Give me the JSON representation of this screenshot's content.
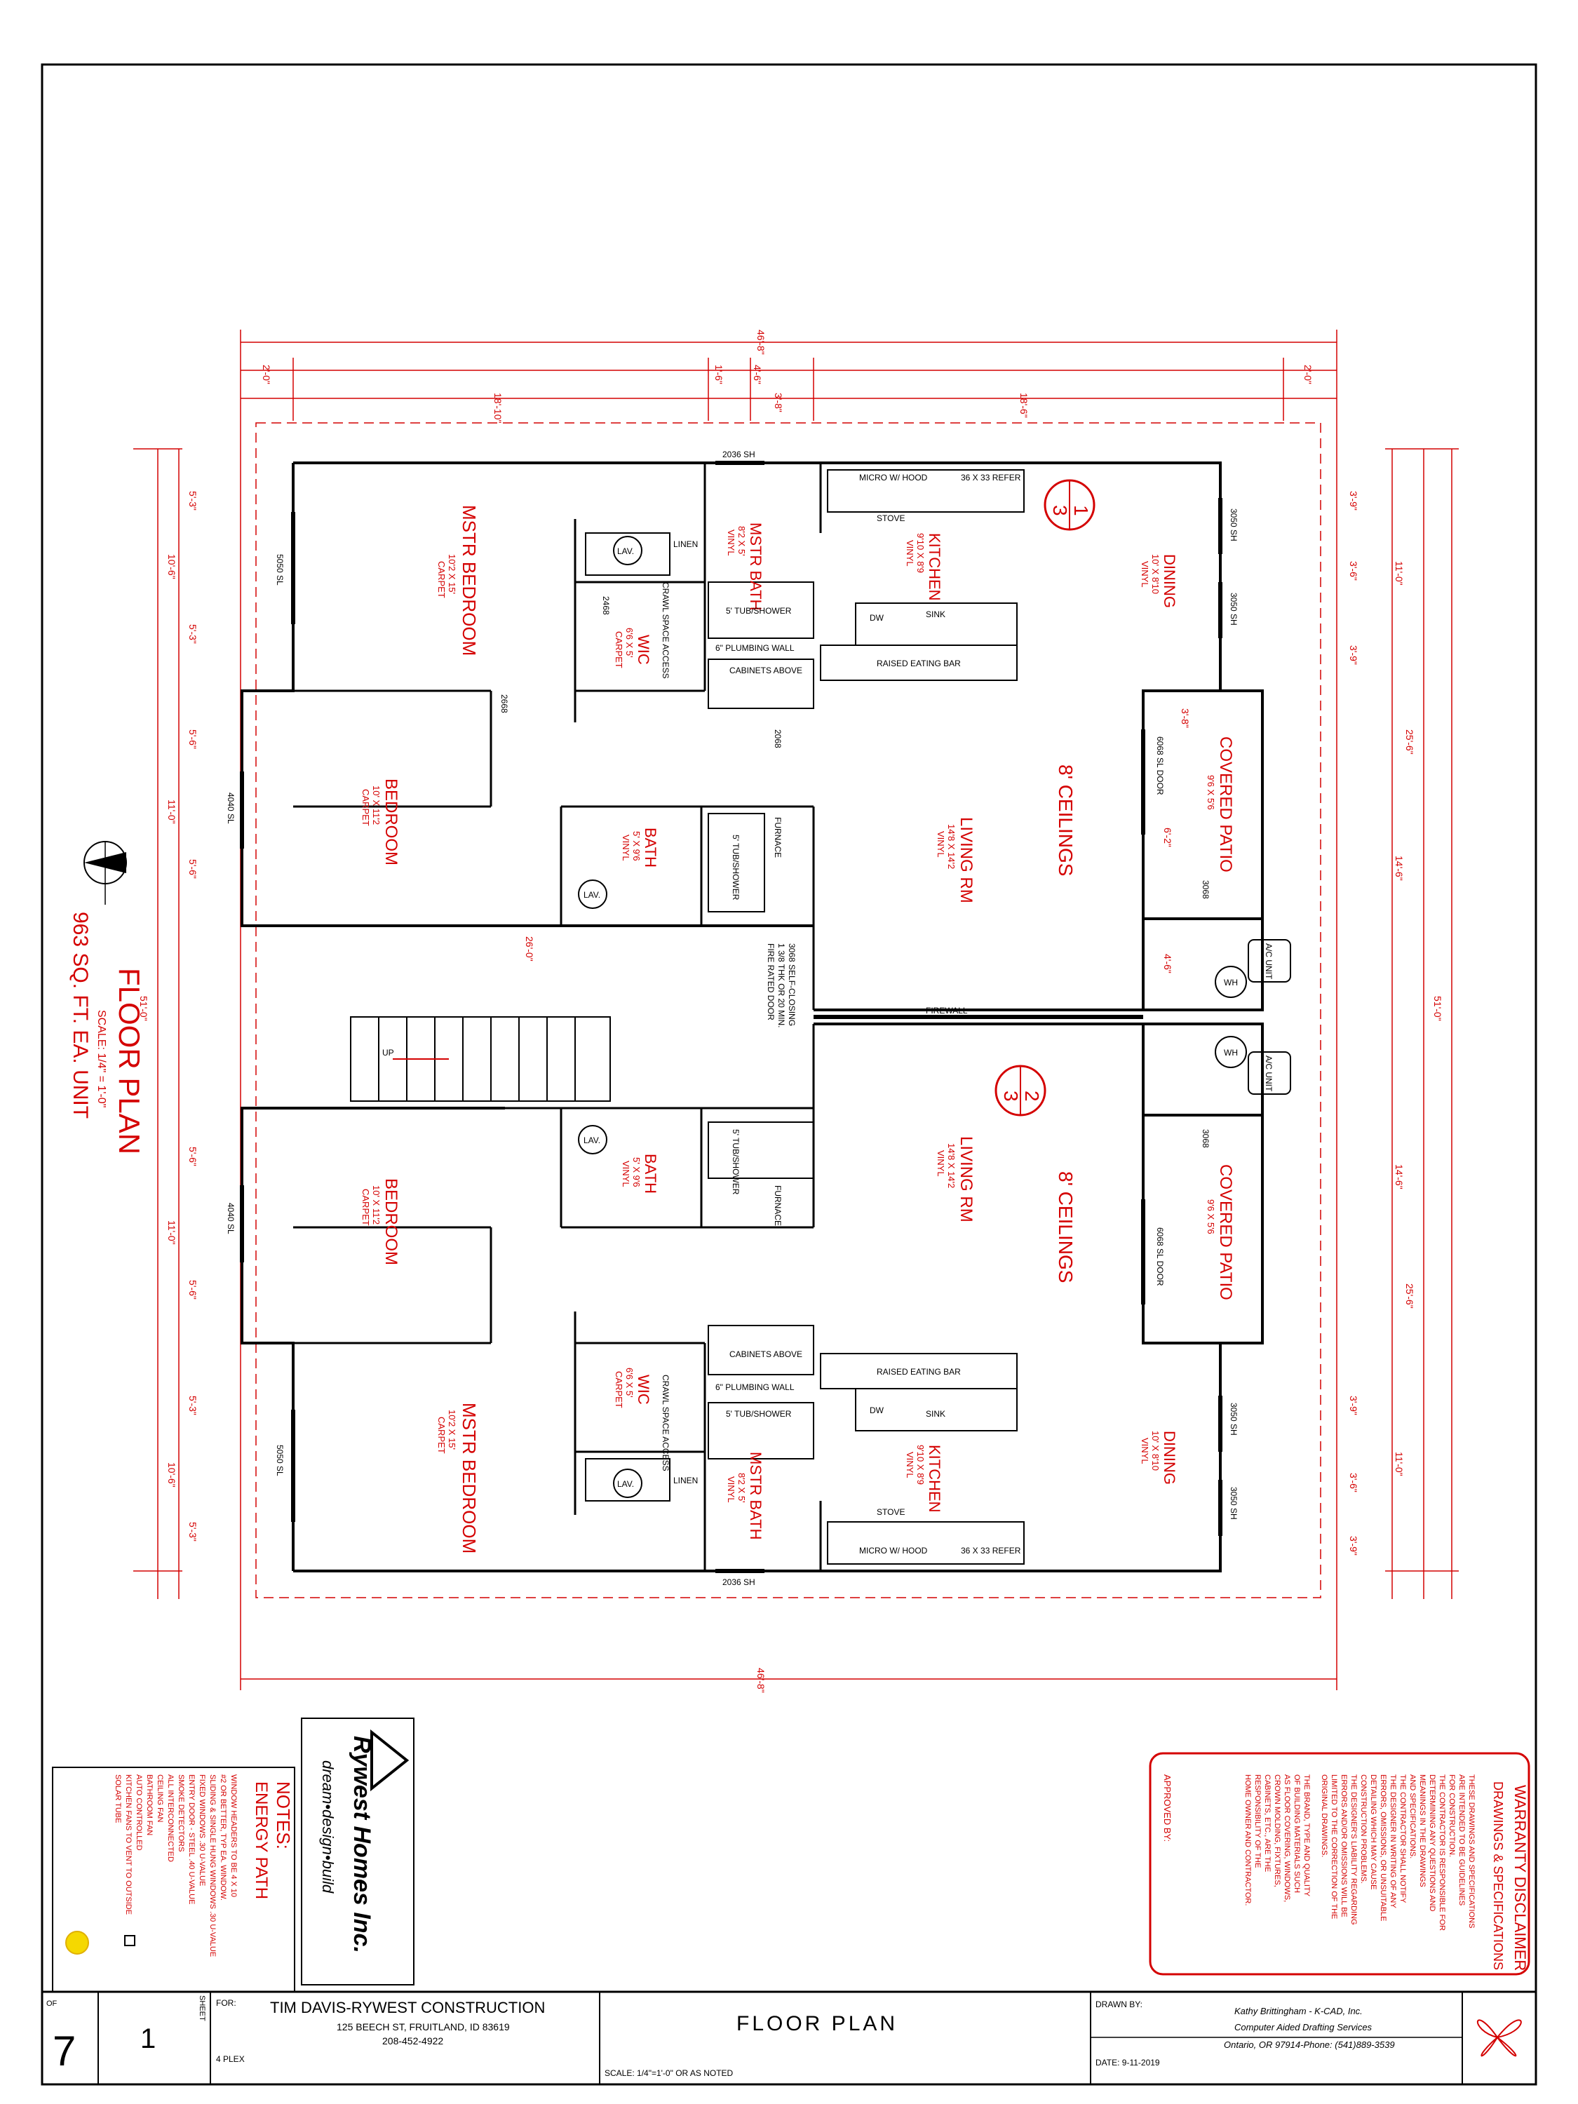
{
  "plan": {
    "title": "FLOOR PLAN",
    "scale": "SCALE:  1/4\" = 1'-0\"",
    "area": "963 SQ. FT. EA. UNIT",
    "section_marks": [
      {
        "number": "3",
        "sheet": "1"
      },
      {
        "number": "3",
        "sheet": "2"
      }
    ]
  },
  "dimensions": {
    "overall_width": "46'-8\"",
    "overall_width_bottom": "46'-8\"",
    "left_overhang": "2'-0\"",
    "right_overhang": "2'-0\"",
    "left_span": "18'-10\"",
    "right_span": "18'-6\"",
    "center_a": "1'-6\"",
    "center_b": "4'-6\"",
    "center_c": "3'-8\"",
    "overall_depth": "51'-0\"",
    "overall_depth_right": "51'-0\"",
    "left_segments": [
      "5'-3\"",
      "10'-6\"",
      "5'-3\"",
      "5'-6\"",
      "11'-0\"",
      "5'-6\"",
      "5'-6\"",
      "11'-0\"",
      "5'-6\"",
      "5'-3\"",
      "10'-6\"",
      "5'-3\""
    ],
    "right_top": [
      "3'-9\"",
      "3'-6\"",
      "3'-9\""
    ],
    "right_bottom": [
      "3'-9\"",
      "3'-6\"",
      "3'-9\""
    ],
    "right_dining": "11'-0\"",
    "right_dining_b": "11'-0\"",
    "right_living": "25'-6\"",
    "right_living_b": "25'-6\"",
    "right_mid": "14'-6\"",
    "right_mid_b": "14'-6\"",
    "patio_a": "3'-8\"",
    "patio_b": "6'-2\"",
    "patio_c": "4'-6\"",
    "unit_depth": "26'-0\""
  },
  "rooms_top": [
    {
      "name": "MSTR BEDROOM",
      "size": "10'2 X 15'",
      "floor": "CARPET"
    },
    {
      "name": "WIC",
      "size": "6'6 X 5'",
      "floor": "CARPET"
    },
    {
      "name": "MSTR BATH",
      "size": "8'2 X 5'",
      "floor": "VINYL"
    },
    {
      "name": "KITCHEN",
      "size": "9'10 X 8'9",
      "floor": "VINYL"
    },
    {
      "name": "DINING",
      "size": "10' X 8'10",
      "floor": "VINYL"
    },
    {
      "name": "BEDROOM",
      "size": "10' X 11'2",
      "floor": "CARPET"
    },
    {
      "name": "BATH",
      "size": "5' X 9'6",
      "floor": "VINYL"
    },
    {
      "name": "LIVING RM",
      "size": "14'8 X 14'2",
      "floor": "VINYL"
    },
    {
      "name": "COVERED PATIO",
      "size": "9'6 X 5'6",
      "floor": ""
    }
  ],
  "rooms_bottom": [
    {
      "name": "MSTR BEDROOM",
      "size": "10'2 X 15'",
      "floor": "CARPET"
    },
    {
      "name": "WIC",
      "size": "6'6 X 5'",
      "floor": "CARPET"
    },
    {
      "name": "MSTR BATH",
      "size": "8'2 X 5'",
      "floor": "VINYL"
    },
    {
      "name": "KITCHEN",
      "size": "9'10 X 8'9",
      "floor": "VINYL"
    },
    {
      "name": "DINING",
      "size": "10' X 8'10",
      "floor": "VINYL"
    },
    {
      "name": "BEDROOM",
      "size": "10' X 11'2",
      "floor": "CARPET"
    },
    {
      "name": "BATH",
      "size": "5' X 9'6",
      "floor": "VINYL"
    },
    {
      "name": "LIVING RM",
      "size": "14'8 X 14'2",
      "floor": "VINYL"
    },
    {
      "name": "COVERED PATIO",
      "size": "9'6 X 5'6",
      "floor": ""
    }
  ],
  "labels": {
    "ceilings": "8' CEILINGS",
    "ceilings_b": "8' CEILINGS",
    "firewall": "FIREWALL",
    "fire_door": [
      "3068 SELF-CLOSING",
      "1 3/8 THK OR 20 MIN.",
      "FIRE RATED DOOR"
    ],
    "raised_bar": "RAISED EATING BAR",
    "raised_bar_b": "RAISED EATING BAR",
    "plumbing_wall": "6\" PLUMBING WALL",
    "plumbing_wall_b": "6\" PLUMBING WALL",
    "cabinets_above": "CABINETS ABOVE",
    "cabinets_above_b": "CABINETS ABOVE",
    "tub_shower": "5' TUB/SHOWER",
    "tub_shower_b": "5' TUB/SHOWER",
    "tub_shower_small": "5' TUB/SHOWER",
    "tub_shower_small_b": "5' TUB/SHOWER",
    "micro": "MICRO W/ HOOD",
    "micro_b": "MICRO W/ HOOD",
    "stove": "STOVE",
    "stove_b": "STOVE",
    "refer": "36 X 33 REFER",
    "refer_b": "36 X 33 REFER",
    "dw": "DW",
    "dw_b": "DW",
    "sink": "SINK",
    "sink_b": "SINK",
    "lav": "LAV.",
    "lav_b": "LAV.",
    "lav2": "LAV.",
    "lav2_b": "LAV.",
    "linen": "LINEN",
    "linen_b": "LINEN",
    "crawl": "CRAWL SPACE ACCESS",
    "crawl_b": "CRAWL SPACE ACCESS",
    "furnace": "FURNACE",
    "furnace_b": "FURNACE",
    "wh": "WH",
    "wh_b": "WH",
    "ac": "A/C UNIT",
    "ac_b": "A/C UNIT",
    "up": "UP",
    "window_top": "2036 SH",
    "window_bottom": "2036 SH",
    "window_5050": "5050 SL",
    "window_5050_b": "5050 SL",
    "window_4040": "4040 SL",
    "window_4040_b": "4040 SL",
    "window_3050": "3050 SH",
    "window_3050_b": "3050 SH",
    "window_3050_c": "3050 SH",
    "window_3050_d": "3050 SH",
    "patio_door": "6068 SL DOOR",
    "patio_door_b": "6068 SL DOOR",
    "door_2668": "2668",
    "door_2468": "2468",
    "door_2068": "2068",
    "door_3068": "3068",
    "door_3068_b": "3068"
  },
  "notes": {
    "heading": "NOTES:",
    "subheading": "ENERGY PATH",
    "lines": [
      "WINDOW HEADERS TO BE 4 X 10",
      "#2 OR BETTER, TYP EA. WINDOW.",
      "SLIDING & SINGLE HUNG WINDOWS .30 U-VALUE",
      "FIXED WINDOWS .30 U-VALUE",
      "ENTRY DOOR - STEEL .40 U-VALUE",
      "SMOKE DETECTORS",
      "ALL INTERCONNECTED",
      "CEILING FAN",
      "BATHROOM FAN",
      "AUTO CONTROLLED",
      "KITCHEN FANS TO VENT TO OUTSIDE",
      "SOLAR TUBE"
    ]
  },
  "logo": {
    "name": "Rywest Homes Inc.",
    "tagline": "dream•design•build"
  },
  "warranty": {
    "heading": "WARRANTY DISCLAIMER",
    "subheading": "DRAWINGS & SPECIFICATIONS",
    "lines": [
      "THESE DRAWINGS AND SPECIFICATIONS",
      "ARE INTENDED TO BE GUIDELINES",
      "FOR CONSTRUCTION.",
      "THE CONTRACTOR IS RESPONSIBLE FOR",
      "DETERMINING ANY QUESTIONS AND",
      "MEANINGS IN THE DRAWINGS",
      "AND SPECIFICATIONS.",
      "THE CONTRACTOR SHALL NOTIFY",
      "THE DESIGNER IN WRITING OF ANY",
      "ERRORS, OMISSIONS, OR UNSUITABLE",
      "DETAILING WHICH MAY CAUSE",
      "CONSTRUCTION PROBLEMS.",
      "THE DESIGNER'S LIABILITY REGARDING",
      "ERRORS AND/OR OMISSIONS WILL BE",
      "LIMITED TO THE CORRECTION OF THE",
      "ORIGINAL DRAWINGS.",
      "THE BRAND, TYPE AND QUALITY",
      "OF BUILDING MATERIALS SUCH",
      "AS FLOOR COVERING, WINDOWS,",
      "CROWN MOLDING, FIXTURES,",
      "CABINETS, ETC., ARE THE",
      "RESPONSIBILITY OF THE",
      "HOME OWNER AND CONTRACTOR."
    ],
    "approved": "APPROVED BY:"
  },
  "title_block": {
    "sheet_label": "SHEET",
    "sheet_number": "1",
    "of_label": "OF",
    "of_number": "7",
    "for_label": "FOR:",
    "client": "TIM DAVIS-RYWEST CONSTRUCTION",
    "address": "125 BEECH ST, FRUITLAND, ID 83619",
    "phone": "208-452-4922",
    "project": "4 PLEX",
    "drawing_title": "FLOOR PLAN",
    "scale": "SCALE:  1/4\"=1'-0\" OR AS NOTED",
    "drawn_by_label": "DRAWN BY:",
    "date_label": "DATE:  9-11-2019",
    "drafter": "Kathy Brittingham - K-CAD, Inc.",
    "drafter_line2": "Computer Aided Drafting Services",
    "drafter_line3": "Ontario, OR  97914-Phone: (541)889-3539"
  }
}
